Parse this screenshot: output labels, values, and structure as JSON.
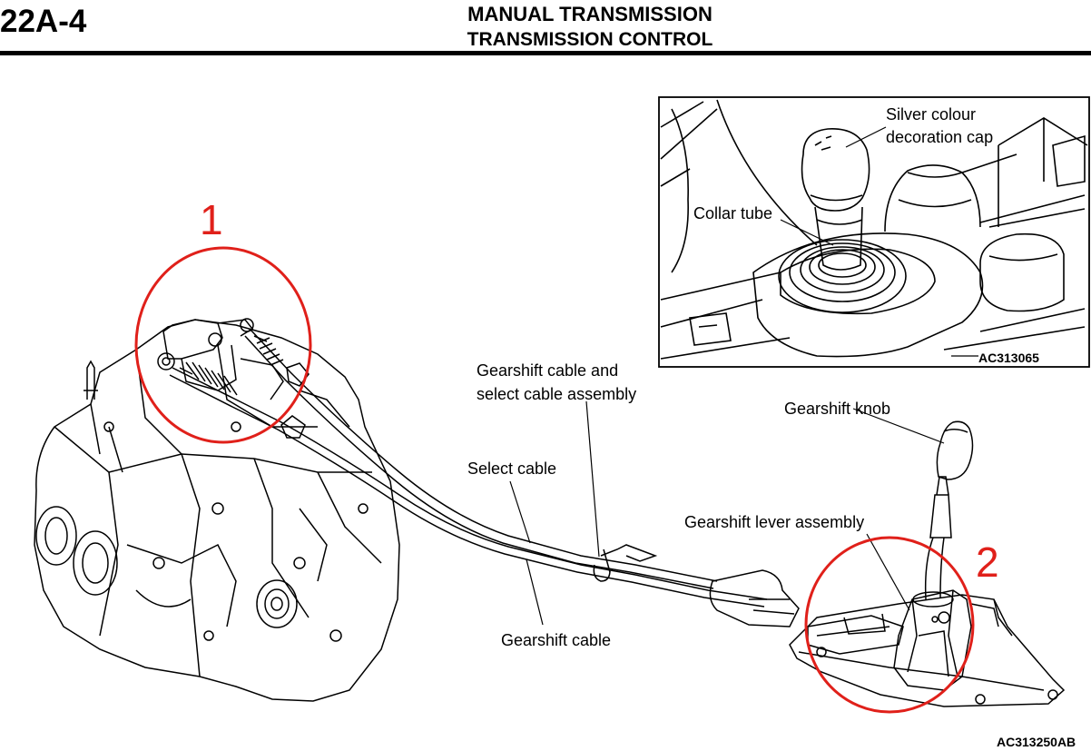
{
  "header": {
    "page_number": "22A-4",
    "title": "MANUAL TRANSMISSION",
    "subtitle": "TRANSMISSION CONTROL"
  },
  "inset": {
    "labels": {
      "cap": [
        "Silver colour",
        "decoration cap"
      ],
      "collar": "Collar tube"
    },
    "code": "AC313065"
  },
  "main": {
    "labels": {
      "cable_assembly": [
        "Gearshift cable and",
        "select cable assembly"
      ],
      "select_cable": "Select cable",
      "gearshift_cable": "Gearshift cable",
      "knob": "Gearshift knob",
      "lever_assembly": "Gearshift lever assembly"
    },
    "code": "AC313250AB"
  },
  "annotations": {
    "marker_1": "1",
    "marker_2": "2",
    "color": "#e0201a"
  }
}
